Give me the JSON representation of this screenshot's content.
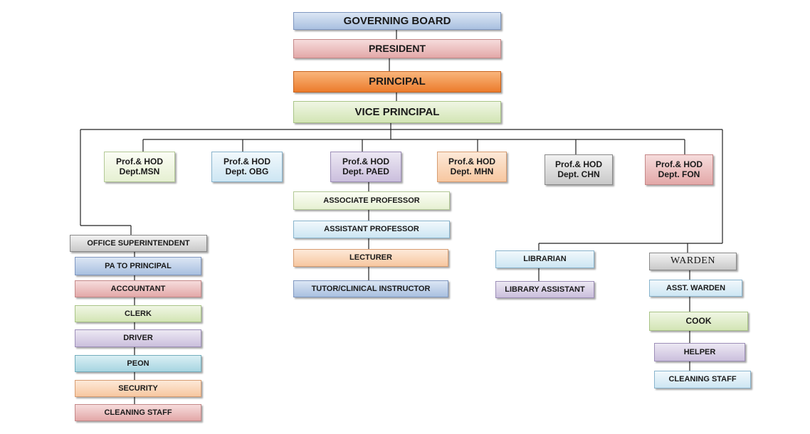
{
  "org_chart": {
    "top": {
      "governing_board": "GOVERNING BOARD",
      "president": "PRESIDENT",
      "principal": "PRINCIPAL",
      "vice_principal": "VICE PRINCIPAL"
    },
    "departments": [
      {
        "label": "Prof.& HOD\nDept.MSN"
      },
      {
        "label": "Prof.& HOD\nDept. OBG"
      },
      {
        "label": "Prof.& HOD\nDept. PAED"
      },
      {
        "label": "Prof.& HOD\nDept. MHN"
      },
      {
        "label": "Prof.& HOD\nDept. CHN"
      },
      {
        "label": "Prof.& HOD\nDept. FON"
      }
    ],
    "academic": [
      "ASSOCIATE PROFESSOR",
      "ASSISTANT PROFESSOR",
      "LECTURER",
      "TUTOR/CLINICAL INSTRUCTOR"
    ],
    "office": [
      "OFFICE SUPERINTENDENT",
      "PA TO PRINCIPAL",
      "ACCOUNTANT",
      "CLERK",
      "DRIVER",
      "PEON",
      "SECURITY",
      "CLEANING STAFF"
    ],
    "library": [
      "LIBRARIAN",
      "LIBRARY ASSISTANT"
    ],
    "hostel": [
      "WARDEN",
      "ASST. WARDEN",
      "COOK",
      "HELPER",
      "CLEANING STAFF"
    ]
  },
  "colors": {
    "connector": "#222222",
    "blue": "#a9c0e0",
    "pink": "#e3a8a8",
    "orange": "#ec7c2c",
    "green": "#d3e5b5",
    "light_blue": "#cde6f3",
    "purple": "#cbbfdd",
    "peach": "#f7c7a0",
    "grey": "#c9c9c9",
    "teal": "#a7d5e1"
  }
}
